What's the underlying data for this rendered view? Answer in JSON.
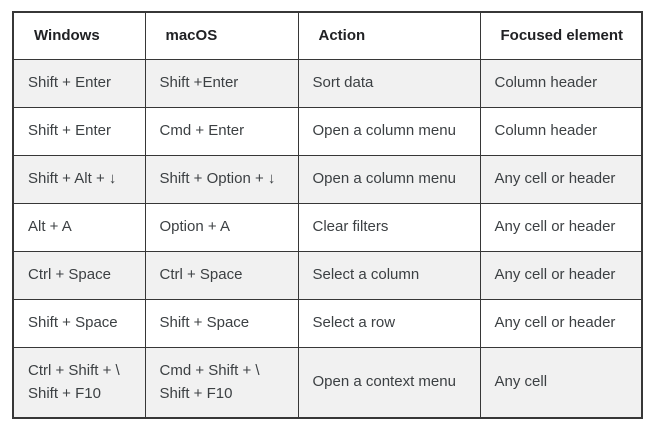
{
  "colors": {
    "outer_border": "#373737",
    "inner_border": "#373737",
    "alt_row_background": "#f1f1f1",
    "body_text": "#3c4043",
    "header_text": "#202124",
    "page_background": "#ffffff"
  },
  "table": {
    "headers": [
      "Windows",
      "macOS",
      "Action",
      "Focused element"
    ],
    "rows": [
      {
        "windows": "Shift + Enter",
        "macos": "Shift +Enter",
        "action": "Sort data",
        "focused": "Column header"
      },
      {
        "windows": "Shift + Enter",
        "macos": "Cmd + Enter",
        "action": "Open a column menu",
        "focused": "Column header"
      },
      {
        "windows": "Shift + Alt + ↓",
        "macos": "Shift + Option + ↓",
        "action": "Open a column menu",
        "focused": "Any cell or header"
      },
      {
        "windows": "Alt + A",
        "macos": "Option + A",
        "action": "Clear filters",
        "focused": "Any cell or header"
      },
      {
        "windows": "Ctrl + Space",
        "macos": "Ctrl + Space",
        "action": "Select a column",
        "focused": "Any cell or header"
      },
      {
        "windows": "Shift + Space",
        "macos": "Shift + Space",
        "action": "Select a row",
        "focused": "Any cell or header"
      },
      {
        "windows": "Ctrl + Shift + \\\nShift + F10",
        "macos": "Cmd + Shift + \\\nShift + F10",
        "action": "Open a context menu",
        "focused": "Any cell"
      }
    ]
  }
}
